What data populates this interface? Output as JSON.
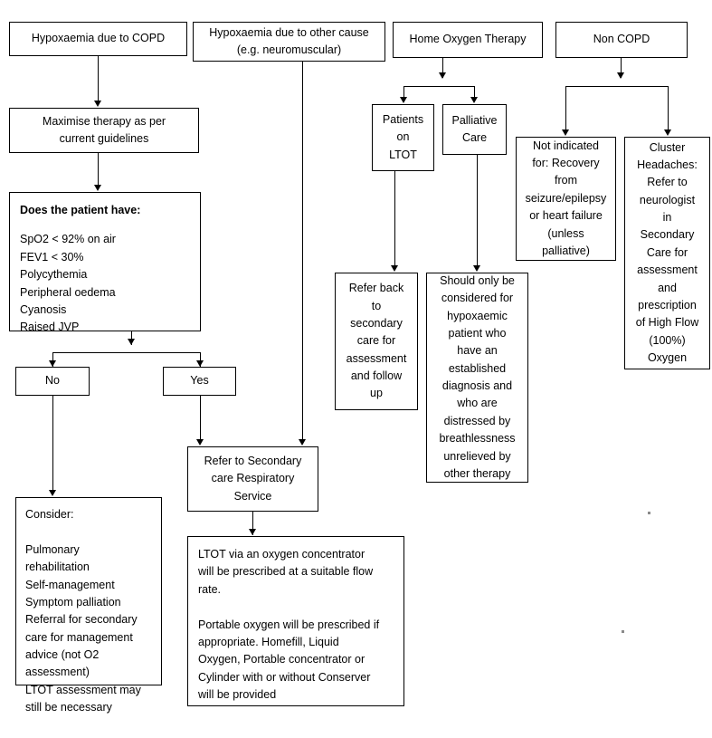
{
  "diagram": {
    "title": "Home Oxygen Therapy assessment and prescription pathway",
    "background_color": "#ffffff",
    "line_color": "#000000",
    "text_color": "#000000"
  },
  "nodes": {
    "hypoxaemia_copd": "Hypoxaemia due to COPD",
    "hypoxaemia_other": "Hypoxaemia due to other cause\n(e.g. neuromuscular)",
    "home_oxygen_therapy": "Home Oxygen Therapy",
    "non_copd": "Non COPD",
    "maximise_therapy": "Maximise therapy as per\ncurrent guidelines",
    "decision_heading": "Does the patient have:",
    "decision_criteria": "SpO2 < 92% on air\nFEV1 < 30%\nPolycythemia\nPeripheral  oedema\nCyanosis\nRaised JVP",
    "answer_no": "No",
    "answer_yes": "Yes",
    "patients_on_ltot": "Patients\non\nLTOT",
    "palliative_care": "Palliative\nCare",
    "not_indicated": "Not indicated\nfor: Recovery\nfrom\nseizure/epilepsy\nor heart failure\n(unless\npalliative)",
    "cluster_headaches": "Cluster\nHeadaches:\nRefer to\nneurologist\nin\nSecondary\nCare for\nassessment\nand\nprescription\nof High Flow\n(100%)\nOxygen",
    "refer_back": "Refer back\nto\nsecondary\ncare for\nassessment\nand follow\nup",
    "should_only_be_considered": "Should only be\nconsidered for\nhypoxaemic\npatient who\nhave an\nestablished\ndiagnosis and\nwho are\ndistressed by\nbreathlessness\nunrelieved by\nother therapy",
    "consider": "Consider:\n\nPulmonary\nrehabilitation\nSelf-management\nSymptom palliation\nReferral for secondary\ncare for management\nadvice (not O2\nassessment)\nLTOT  assessment may\nstill be necessary",
    "refer_secondary_respiratory": "Refer to Secondary\ncare Respiratory\nService",
    "ltot_prescription": "LTOT  via an oxygen concentrator\nwill be prescribed at a suitable flow\nrate.\n\nPortable oxygen will be prescribed if\nappropriate. Homefill, Liquid\nOxygen, Portable concentrator or\nCylinder with or without Conserver\nwill be provided"
  },
  "connectors": [
    {
      "from": "hypoxaemia_copd",
      "to": "maximise_therapy"
    },
    {
      "from": "maximise_therapy",
      "to": "decision_box"
    },
    {
      "from": "decision_box",
      "to": "answer_no"
    },
    {
      "from": "decision_box",
      "to": "answer_yes"
    },
    {
      "from": "answer_no",
      "to": "consider"
    },
    {
      "from": "answer_yes",
      "to": "refer_secondary_respiratory"
    },
    {
      "from": "hypoxaemia_other",
      "to": "refer_secondary_respiratory"
    },
    {
      "from": "refer_secondary_respiratory",
      "to": "ltot_prescription"
    },
    {
      "from": "home_oxygen_therapy",
      "to": "patients_on_ltot"
    },
    {
      "from": "home_oxygen_therapy",
      "to": "palliative_care"
    },
    {
      "from": "patients_on_ltot",
      "to": "refer_back"
    },
    {
      "from": "palliative_care",
      "to": "should_only_be_considered"
    },
    {
      "from": "non_copd",
      "to": "not_indicated"
    },
    {
      "from": "non_copd",
      "to": "cluster_headaches"
    }
  ]
}
